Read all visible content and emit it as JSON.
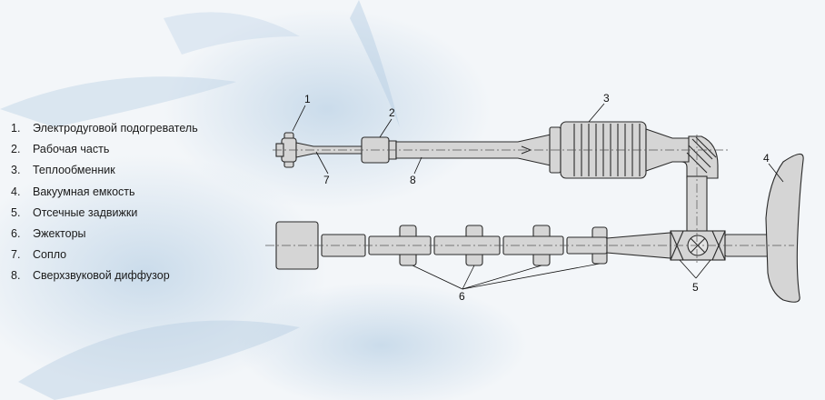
{
  "legend": [
    {
      "num": "1.",
      "text": "Электродуговой подогреватель"
    },
    {
      "num": "2.",
      "text": "Рабочая часть"
    },
    {
      "num": "3.",
      "text": "Теплообменник"
    },
    {
      "num": "4.",
      "text": "Вакуумная емкость"
    },
    {
      "num": "5.",
      "text": "Отсечные задвижки"
    },
    {
      "num": "6.",
      "text": "Эжекторы"
    },
    {
      "num": "7.",
      "text": "Сопло"
    },
    {
      "num": "8.",
      "text": "Сверхзвуковой диффузор"
    }
  ],
  "callouts": {
    "c1": "1",
    "c2": "2",
    "c3": "3",
    "c4": "4",
    "c5": "5",
    "c6": "6",
    "c7": "7",
    "c8": "8"
  },
  "colors": {
    "pipe_fill": "#d5d5d5",
    "stroke": "#2a2a2a",
    "background": "#f3f6f9",
    "splash": "#b7cfe3"
  }
}
